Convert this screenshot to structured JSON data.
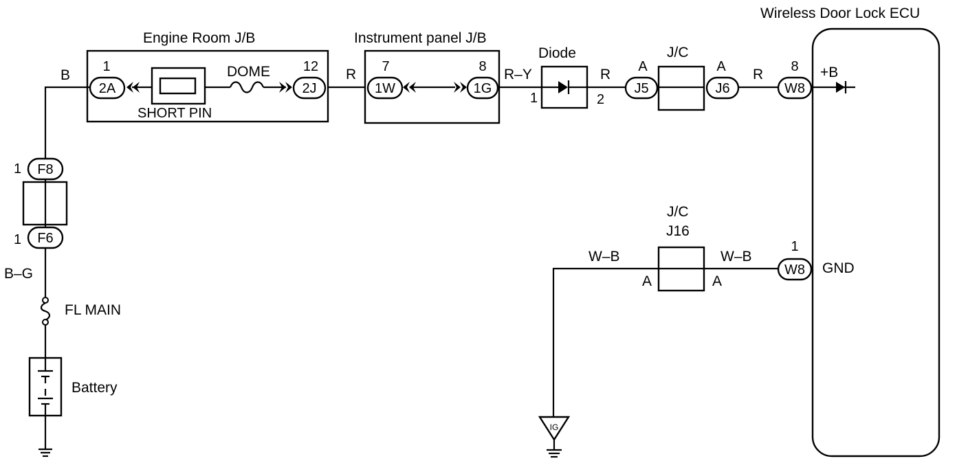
{
  "components": {
    "ecu_title": "Wireless Door Lock ECU",
    "engine_room_jb": "Engine Room J/B",
    "instrument_panel_jb": "Instrument panel J/B",
    "diode": "Diode",
    "jc_top": "J/C",
    "jc_bottom": "J/C",
    "jc_bottom_id": "J16",
    "dome": "DOME",
    "short_pin": "SHORT PIN",
    "fl_main": "FL MAIN",
    "battery": "Battery",
    "ig": "IG",
    "plus_b": "+B",
    "gnd": "GND"
  },
  "connectors": {
    "c2A": "2A",
    "c2J": "2J",
    "c1W": "1W",
    "c1G": "1G",
    "cJ5": "J5",
    "cJ6": "J6",
    "cW8_top": "W8",
    "cW8_bot": "W8",
    "cF8": "F8",
    "cF6": "F6"
  },
  "pins": {
    "p2A": "1",
    "p2J": "12",
    "p1W": "7",
    "p1G": "8",
    "pDiodeIn": "1",
    "pDiodeOut": "2",
    "pJ5": "A",
    "pJ6": "A",
    "pW8top": "8",
    "pW8bot": "1",
    "pF8": "1",
    "pF6": "1",
    "pJ16left": "A",
    "pJ16right": "A"
  },
  "wires": {
    "b": "B",
    "r1": "R",
    "ry": "R–Y",
    "r2": "R",
    "r3": "R",
    "wb1": "W–B",
    "wb2": "W–B",
    "bg": "B–G"
  }
}
